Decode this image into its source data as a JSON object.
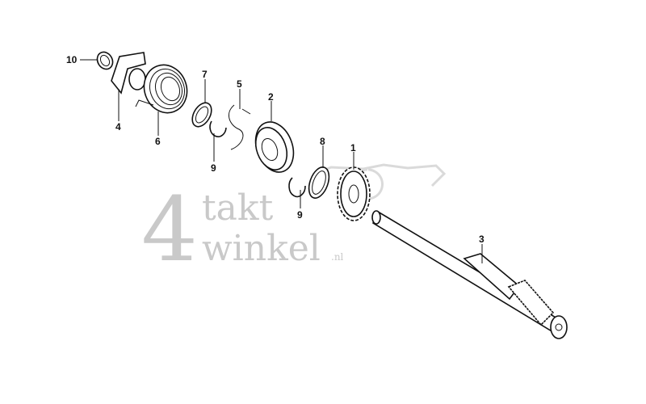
{
  "diagram": {
    "labels": [
      "10",
      "4",
      "6",
      "7",
      "9",
      "5",
      "2",
      "8",
      "9",
      "1",
      "3"
    ],
    "watermark": {
      "number": "4",
      "line1": "takt",
      "line2": "winkel",
      "suffix": ".nl"
    }
  }
}
